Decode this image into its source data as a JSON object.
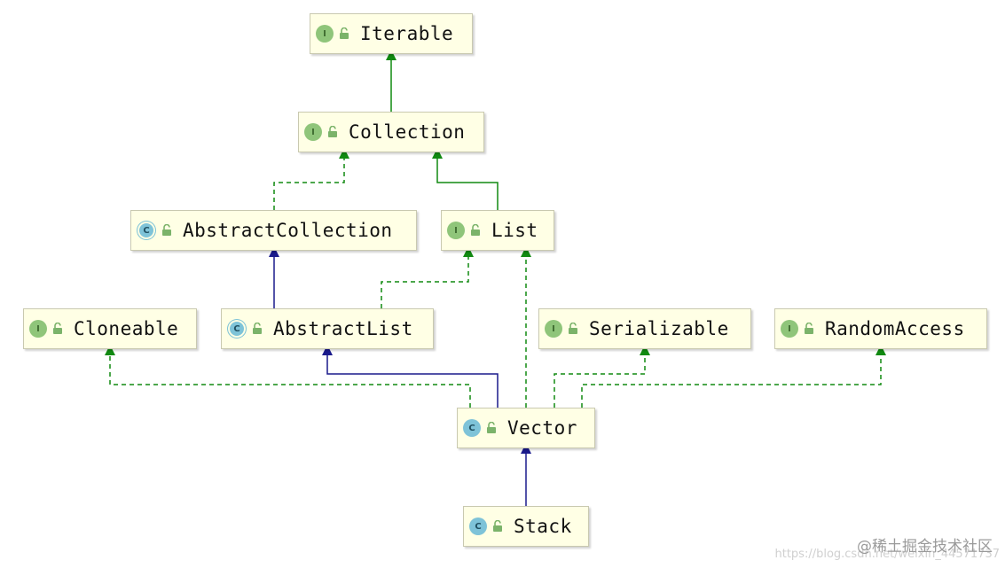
{
  "colors": {
    "node_fill": "#ffffe5",
    "node_border": "#c9c9b0",
    "implements_edge": "#118a11",
    "extends_edge": "#1a1a8c",
    "interface_badge": "#8fc57a",
    "class_badge": "#7ec3d8"
  },
  "nodes": {
    "iterable": {
      "label": "Iterable",
      "badge": "I",
      "kind": "interface"
    },
    "collection": {
      "label": "Collection",
      "badge": "I",
      "kind": "interface"
    },
    "abstract_collection": {
      "label": "AbstractCollection",
      "badge": "C",
      "kind": "abstract class"
    },
    "list": {
      "label": "List",
      "badge": "I",
      "kind": "interface"
    },
    "cloneable": {
      "label": "Cloneable",
      "badge": "I",
      "kind": "interface"
    },
    "abstract_list": {
      "label": "AbstractList",
      "badge": "C",
      "kind": "abstract class"
    },
    "serializable": {
      "label": "Serializable",
      "badge": "I",
      "kind": "interface"
    },
    "random_access": {
      "label": "RandomAccess",
      "badge": "I",
      "kind": "interface"
    },
    "vector": {
      "label": "Vector",
      "badge": "C",
      "kind": "class"
    },
    "stack": {
      "label": "Stack",
      "badge": "C",
      "kind": "class"
    }
  },
  "edges": [
    {
      "from": "collection",
      "to": "iterable",
      "type": "interface-extends"
    },
    {
      "from": "abstract_collection",
      "to": "collection",
      "type": "implements"
    },
    {
      "from": "list",
      "to": "collection",
      "type": "interface-extends"
    },
    {
      "from": "abstract_list",
      "to": "abstract_collection",
      "type": "extends"
    },
    {
      "from": "abstract_list",
      "to": "list",
      "type": "implements"
    },
    {
      "from": "vector",
      "to": "cloneable",
      "type": "implements"
    },
    {
      "from": "vector",
      "to": "abstract_list",
      "type": "extends"
    },
    {
      "from": "vector",
      "to": "list",
      "type": "implements"
    },
    {
      "from": "vector",
      "to": "serializable",
      "type": "implements"
    },
    {
      "from": "vector",
      "to": "random_access",
      "type": "implements"
    },
    {
      "from": "stack",
      "to": "vector",
      "type": "extends"
    }
  ],
  "watermark": {
    "text": "@稀土掘金技术社区",
    "url_fragment": "https://blog.csdn.net/weixin_44571737"
  }
}
